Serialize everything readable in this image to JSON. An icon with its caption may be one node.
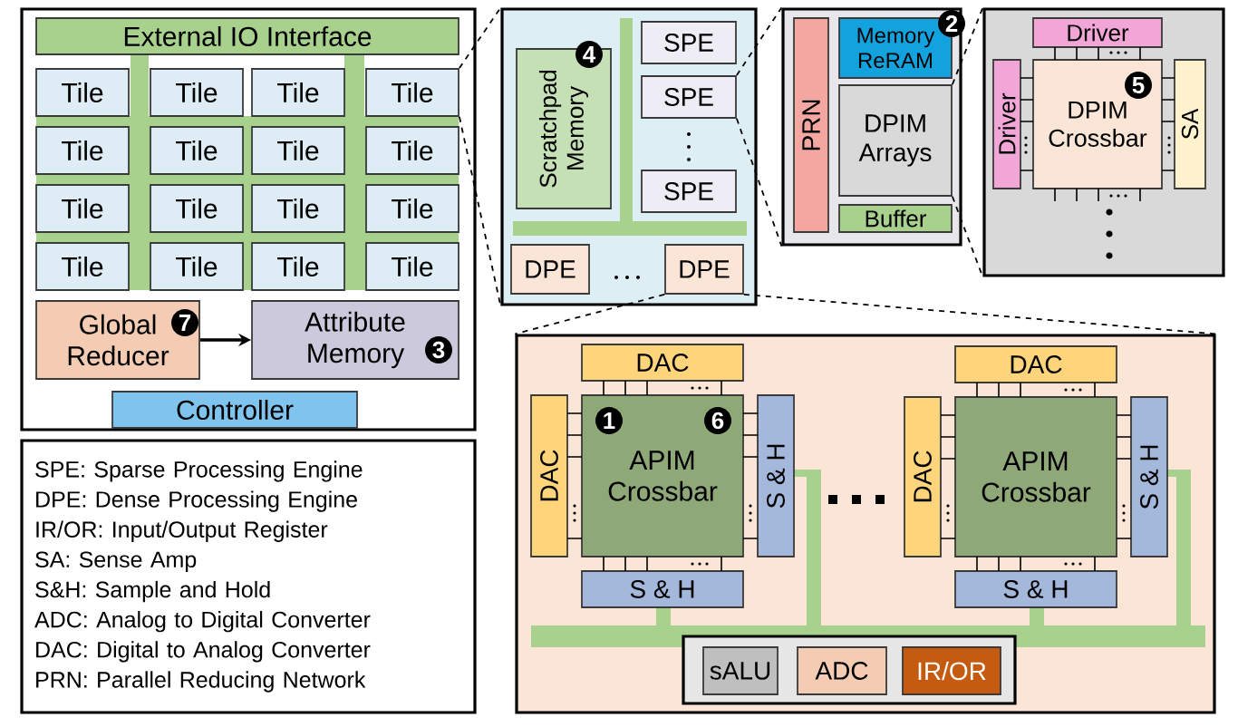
{
  "diagram": {
    "nodes": [
      {
        "text": [],
        "shape": "box"
      },
      {
        "text": [
          "External IO Interface"
        ],
        "in": 0
      },
      {
        "text": [
          "Tile"
        ],
        "in": 0
      },
      {
        "text": [
          "Tile"
        ],
        "in": 0
      },
      {
        "text": [
          "Tile"
        ],
        "in": 0
      },
      {
        "text": [
          "Tile"
        ],
        "in": 0
      },
      {
        "text": [
          "Tile"
        ],
        "in": 0
      },
      {
        "text": [
          "Tile"
        ],
        "in": 0
      },
      {
        "text": [
          "Tile"
        ],
        "in": 0
      },
      {
        "text": [
          "Tile"
        ],
        "in": 0
      },
      {
        "text": [
          "Tile"
        ],
        "in": 0
      },
      {
        "text": [
          "Tile"
        ],
        "in": 0
      },
      {
        "text": [
          "Tile"
        ],
        "in": 0
      },
      {
        "text": [
          "Tile"
        ],
        "in": 0
      },
      {
        "text": [
          "Tile"
        ],
        "in": 0
      },
      {
        "text": [
          "Tile"
        ],
        "in": 0
      },
      {
        "text": [
          "Tile"
        ],
        "in": 0
      },
      {
        "text": [
          "Tile"
        ],
        "in": 0
      },
      {
        "text": [
          "Global Reducer"
        ],
        "in": 0
      },
      {
        "text": [
          "Attribute Memory"
        ],
        "in": 0
      },
      {
        "text": [
          "Controller"
        ],
        "in": 0
      },
      {
        "text": [
          "SPE: Sparse Processing Engine",
          "DPE: Dense Processing Engine",
          "IR/OR: Input/Output Register",
          "SA: Sense Amp",
          "S&H: Sample and Hold",
          "ADC: Analog to Digital Converter",
          "DAC: Digital to Analog Converter",
          "PRN: Parallel Reducing Network"
        ]
      },
      {
        "text": [],
        "shape": "box"
      },
      {
        "text": [
          "Scratchpad Memory"
        ],
        "in": 22
      },
      {
        "text": [
          "SPE"
        ],
        "in": 22
      },
      {
        "text": [
          "SPE"
        ],
        "in": 22
      },
      {
        "text": [
          "SPE"
        ],
        "in": 22
      },
      {
        "text": [
          "DPE"
        ],
        "in": 22
      },
      {
        "text": [
          "DPE"
        ],
        "in": 22
      },
      {
        "text": [],
        "shape": "box"
      },
      {
        "text": [
          "PRN"
        ],
        "in": 29
      },
      {
        "text": [
          "Memory ReRAM"
        ],
        "in": 29
      },
      {
        "text": [
          "DPIM Arrays"
        ],
        "in": 29
      },
      {
        "text": [
          "Buffer"
        ],
        "in": 29
      },
      {
        "text": [],
        "shape": "box"
      },
      {
        "text": [
          "Driver"
        ],
        "in": 34
      },
      {
        "text": [
          "Driver"
        ],
        "in": 34
      },
      {
        "text": [
          "DPIM Crossbar"
        ],
        "in": 34
      },
      {
        "text": [
          "SA"
        ],
        "in": 34
      },
      {
        "text": [],
        "shape": "box"
      },
      {
        "text": [
          "DAC"
        ],
        "in": 39
      },
      {
        "text": [
          "DAC"
        ],
        "in": 39
      },
      {
        "text": [
          "APIM Crossbar"
        ],
        "in": 39
      },
      {
        "text": [
          "S & H"
        ],
        "in": 39
      },
      {
        "text": [
          "S & H"
        ],
        "in": 39
      },
      {
        "text": [
          "DAC"
        ],
        "in": 39
      },
      {
        "text": [
          "DAC"
        ],
        "in": 39
      },
      {
        "text": [
          "APIM Crossbar"
        ],
        "in": 39
      },
      {
        "text": [
          "S & H"
        ],
        "in": 39
      },
      {
        "text": [
          "S & H"
        ],
        "in": 39
      },
      {
        "text": [],
        "shape": "box",
        "in": 39
      },
      {
        "text": [
          "sALU"
        ],
        "in": 50
      },
      {
        "text": [
          "ADC"
        ],
        "in": 50
      },
      {
        "text": [
          "IR/OR"
        ],
        "in": 50
      }
    ],
    "edges": [
      {
        "from": 18,
        "to": 19,
        "arrow": "to"
      },
      {
        "from": 5,
        "to": 22,
        "arrow": "none",
        "style": "dashed"
      },
      {
        "from": 5,
        "to": 22,
        "arrow": "none",
        "style": "dashed"
      },
      {
        "from": 25,
        "to": 29,
        "arrow": "none",
        "style": "dashed"
      },
      {
        "from": 25,
        "to": 29,
        "arrow": "none",
        "style": "dashed"
      },
      {
        "from": 32,
        "to": 34,
        "arrow": "none",
        "style": "dashed"
      },
      {
        "from": 32,
        "to": 34,
        "arrow": "none",
        "style": "dashed"
      },
      {
        "from": 28,
        "to": 39,
        "arrow": "none",
        "style": "dashed"
      },
      {
        "from": 28,
        "to": 39,
        "arrow": "none",
        "style": "dashed"
      }
    ],
    "labels": [
      "2",
      "4",
      "5",
      "7",
      "3",
      "1",
      "6"
    ]
  }
}
